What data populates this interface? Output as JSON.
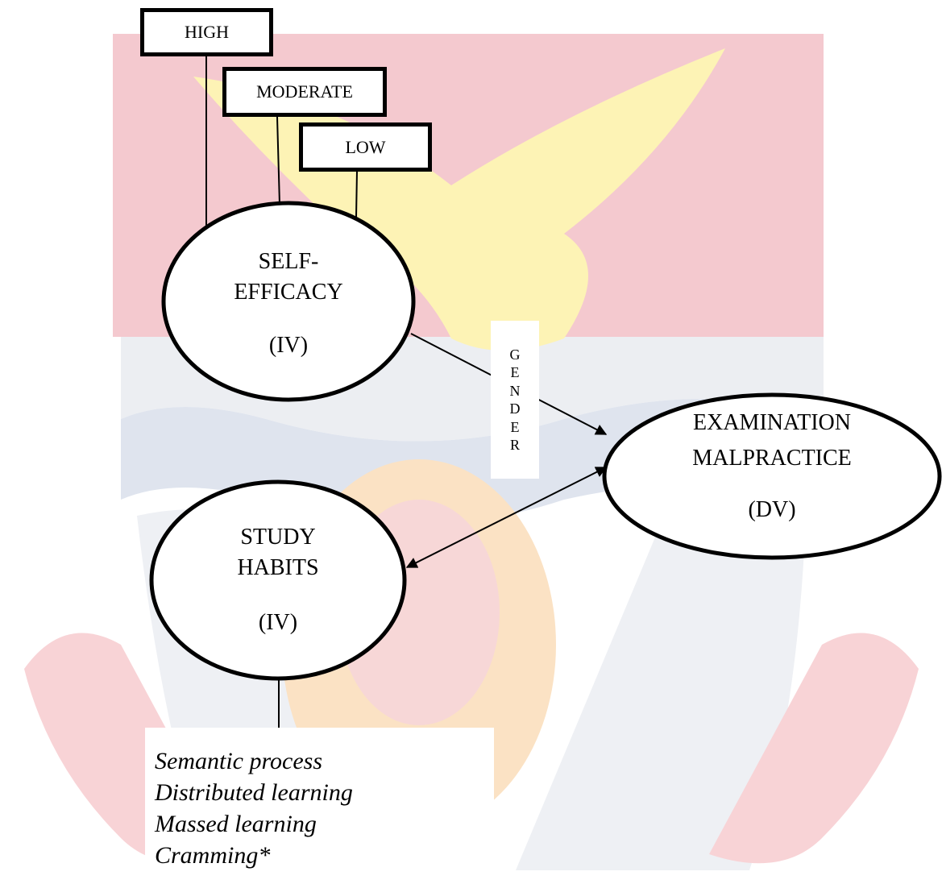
{
  "levels": {
    "high": "HIGH",
    "moderate": "MODERATE",
    "low": "LOW"
  },
  "self_efficacy": {
    "line1": "SELF-",
    "line2": "EFFICACY",
    "tag": "(IV)"
  },
  "exam_malpractice": {
    "line1": "EXAMINATION",
    "line2": "MALPRACTICE",
    "tag": "(DV)"
  },
  "study_habits": {
    "line1": "STUDY",
    "line2": "HABITS",
    "tag": "(IV)"
  },
  "moderator": {
    "letters": [
      "G",
      "E",
      "N",
      "D",
      "E",
      "R"
    ]
  },
  "habit_types": {
    "items": [
      "Semantic process",
      "Distributed learning",
      "Massed learning",
      "Cramming*"
    ]
  },
  "colors": {
    "watermark_red": "#f4c9cf",
    "watermark_yellow": "#fdf3b5",
    "watermark_blue": "#dfe4ee",
    "watermark_grey": "#eceef2",
    "stroke": "#000000"
  }
}
